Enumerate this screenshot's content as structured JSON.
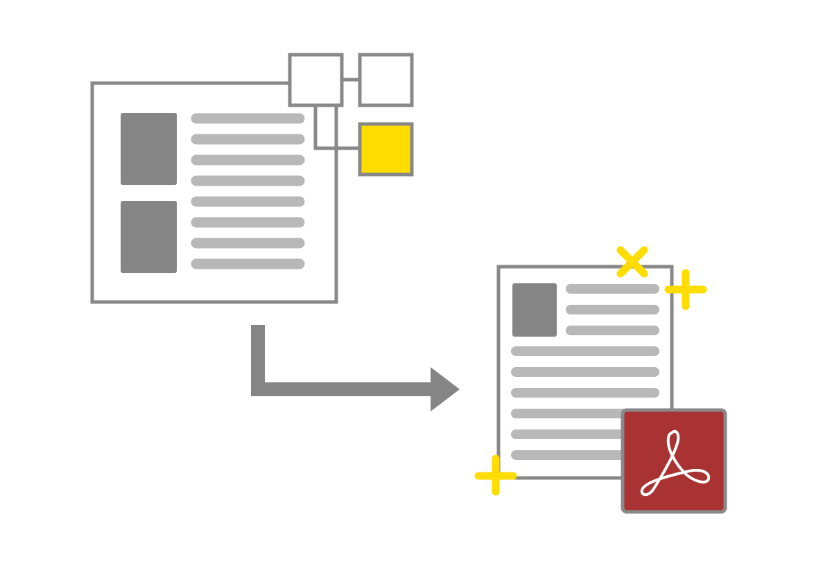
{
  "colors": {
    "outline": "#888888",
    "image_block": "#858585",
    "text_line": "#b8b8b8",
    "accent_yellow": "#ffdd00",
    "pdf_red": "#a93232",
    "pdf_glyph": "#ffffff",
    "background": "#ffffff"
  },
  "source_document": {
    "image_blocks": 2,
    "text_lines": 8
  },
  "structure_tree": {
    "nodes": [
      "empty",
      "empty",
      "highlighted"
    ]
  },
  "output_document": {
    "header_image_blocks": 1,
    "short_lines": 3,
    "full_lines": 6
  },
  "icons": {
    "arrow": "right-turn-arrow-icon",
    "pdf": "acrobat-pdf-icon",
    "sparkles": [
      "sparkle-cross-icon",
      "sparkle-plus-icon",
      "sparkle-plus-icon"
    ]
  }
}
